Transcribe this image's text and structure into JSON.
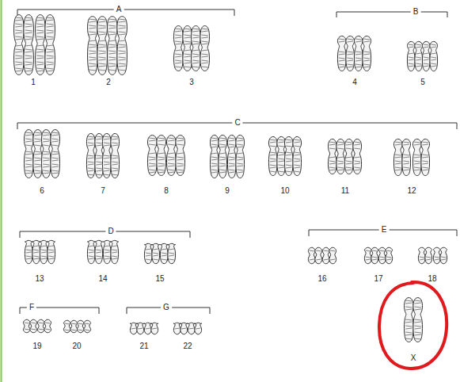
{
  "diagram": {
    "labels": [
      "A",
      "B",
      "C",
      "D",
      "E",
      "F",
      "G",
      "1",
      "2",
      "3",
      "4",
      "5",
      "6",
      "7",
      "8",
      "9",
      "10",
      "11",
      "12",
      "13",
      "14",
      "15",
      "16",
      "17",
      "18",
      "19",
      "20",
      "21",
      "22",
      "X"
    ]
  }
}
